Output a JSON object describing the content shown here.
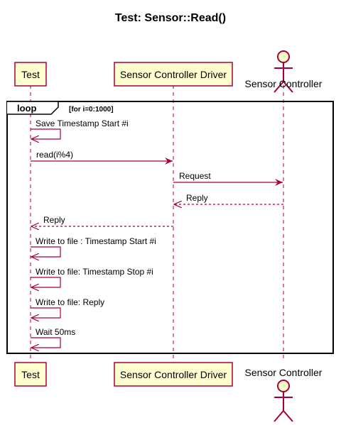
{
  "title": "Test: Sensor::Read()",
  "participants": [
    {
      "id": "test",
      "label": "Test",
      "kind": "participant"
    },
    {
      "id": "driver",
      "label": "Sensor Controller Driver",
      "kind": "participant"
    },
    {
      "id": "controller",
      "label": "Sensor Controller",
      "kind": "actor"
    }
  ],
  "loop": {
    "label": "loop",
    "condition": "[for i=0:1000]"
  },
  "messages": [
    {
      "from": "test",
      "to": "test",
      "label": "Save Timestamp Start #i",
      "style": "solid"
    },
    {
      "from": "test",
      "to": "driver",
      "label": "read(i%4)",
      "style": "solid"
    },
    {
      "from": "driver",
      "to": "controller",
      "label": "Request",
      "style": "solid"
    },
    {
      "from": "controller",
      "to": "driver",
      "label": "Reply",
      "style": "dashed"
    },
    {
      "from": "driver",
      "to": "test",
      "label": "Reply",
      "style": "dashed"
    },
    {
      "from": "test",
      "to": "test",
      "label": "Write to file : Timestamp Start #i",
      "style": "solid"
    },
    {
      "from": "test",
      "to": "test",
      "label": "Write to file: Timestamp Stop #i",
      "style": "solid"
    },
    {
      "from": "test",
      "to": "test",
      "label": "Write to file: Reply",
      "style": "solid"
    },
    {
      "from": "test",
      "to": "test",
      "label": "Wait 50ms",
      "style": "solid"
    }
  ],
  "colors": {
    "participant_fill": "#FEFECE",
    "participant_border": "#A80036",
    "arrow": "#A80036",
    "lifeline": "#A80036",
    "frame": "#000000",
    "text": "#000000"
  }
}
